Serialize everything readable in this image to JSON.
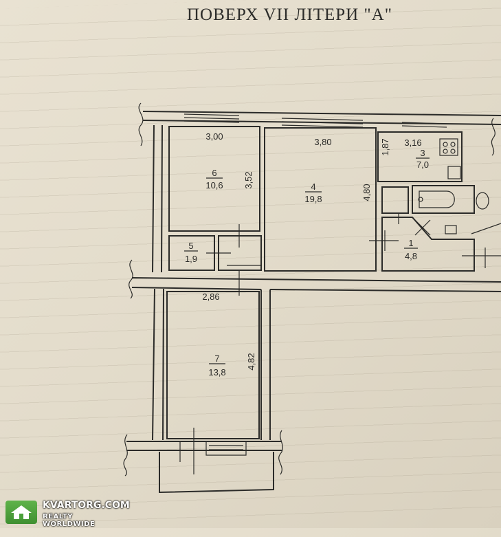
{
  "header": {
    "title": "ПОВЕРХ VII ЛІТЕРИ \"А\""
  },
  "rooms": [
    {
      "number": "6",
      "area": "10,6"
    },
    {
      "number": "4",
      "area": "19,8"
    },
    {
      "number": "3",
      "area": "7,0"
    },
    {
      "number": "5",
      "area": "1,9"
    },
    {
      "number": "1",
      "area": "4,8"
    },
    {
      "number": "7",
      "area": "13,8"
    }
  ],
  "dimensions": {
    "room6_width": "3,00",
    "room6_depth": "3,52",
    "room4_width": "3,80",
    "room4_depth": "4,80",
    "room3_width": "3,16",
    "room3_depth": "1,87",
    "room7_width": "2,86",
    "room7_depth": "4,82"
  },
  "watermark": {
    "name": "KVARTORG.COM",
    "tagline": "REALTY WORLDWIDE",
    "icon": "house-icon",
    "color": "#4aa13a"
  }
}
